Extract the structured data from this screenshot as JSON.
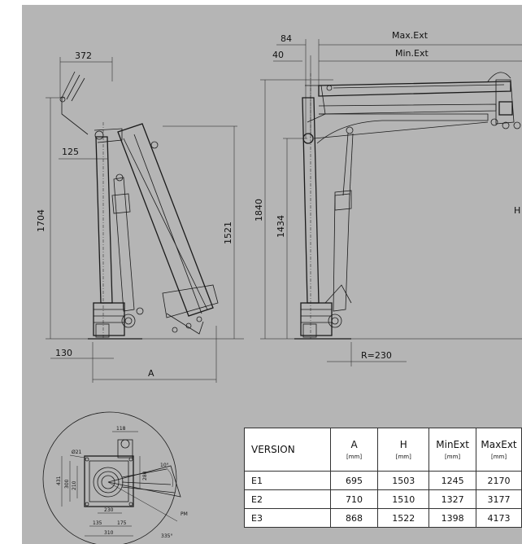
{
  "dimensions": {
    "left_view": {
      "top_offset": "372",
      "arm_offset": "125",
      "height_total": "1704",
      "height_arm": "1521",
      "base_offset": "130",
      "reach": "A"
    },
    "right_view": {
      "top_small": "84",
      "top_smaller": "40",
      "max_ext": "Max.Ext",
      "min_ext": "Min.Ext",
      "height_total": "1840",
      "height_mid": "1434",
      "radius": "R=230",
      "side_marker": "H"
    }
  },
  "plan_view": {
    "d21": "Ø21",
    "w118": "118",
    "h431": "431",
    "h300": "300",
    "h210": "210",
    "h280": "280",
    "w230": "230",
    "w135": "135",
    "w175": "175",
    "w310": "310",
    "ang10": "10°",
    "ang335": "335°",
    "pm": "PM"
  },
  "table": {
    "headers": [
      {
        "label": "VERSION",
        "unit": ""
      },
      {
        "label": "A",
        "unit": "[mm]"
      },
      {
        "label": "H",
        "unit": "[mm]"
      },
      {
        "label": "MinExt",
        "unit": "[mm]"
      },
      {
        "label": "MaxExt",
        "unit": "[mm]"
      }
    ],
    "rows": [
      {
        "version": "E1",
        "a": "695",
        "h": "1503",
        "minext": "1245",
        "maxext": "2170"
      },
      {
        "version": "E2",
        "a": "710",
        "h": "1510",
        "minext": "1327",
        "maxext": "3177"
      },
      {
        "version": "E3",
        "a": "868",
        "h": "1522",
        "minext": "1398",
        "maxext": "4173"
      }
    ]
  },
  "colors": {
    "sheet": "#b5b5b5",
    "line": "#1a1a1a",
    "table_bg": "#ffffff"
  }
}
